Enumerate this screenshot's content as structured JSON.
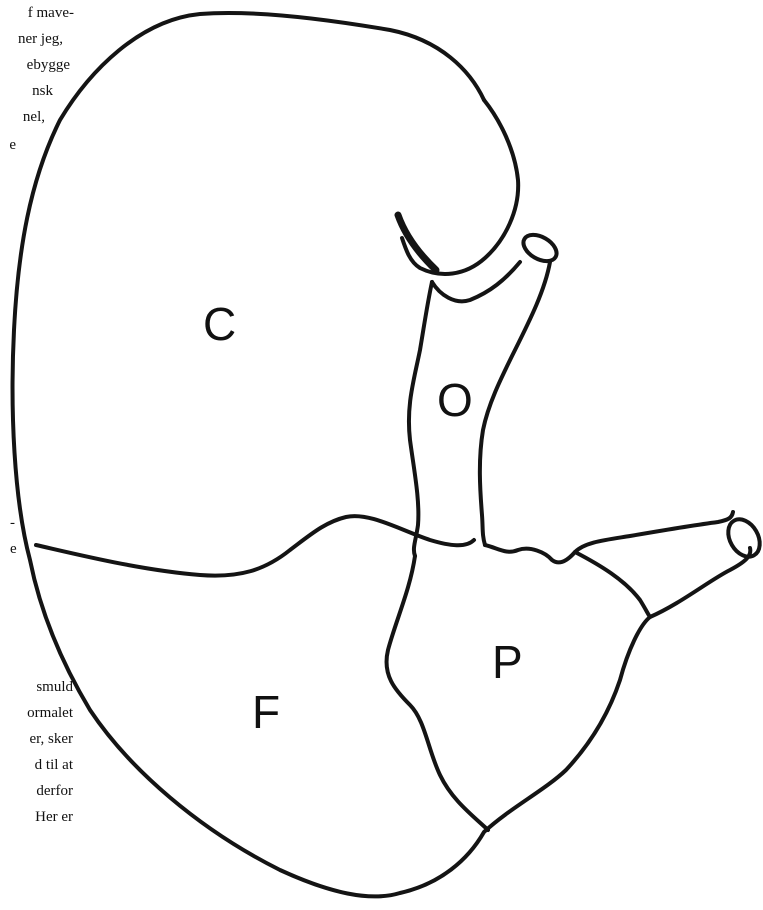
{
  "page_text": {
    "top_fragments": [
      "f mave-",
      "ner jeg,",
      "ebygge",
      "nsk",
      "nel,",
      "e"
    ],
    "mid_fragments": [
      "-",
      "e"
    ],
    "bottom_fragments": [
      "smuld",
      "ormalet",
      "er, sker",
      "d til at",
      "derfor",
      "Her er"
    ]
  },
  "diagram": {
    "labels": {
      "c": "C",
      "o": "O",
      "p": "P",
      "f": "F"
    }
  }
}
